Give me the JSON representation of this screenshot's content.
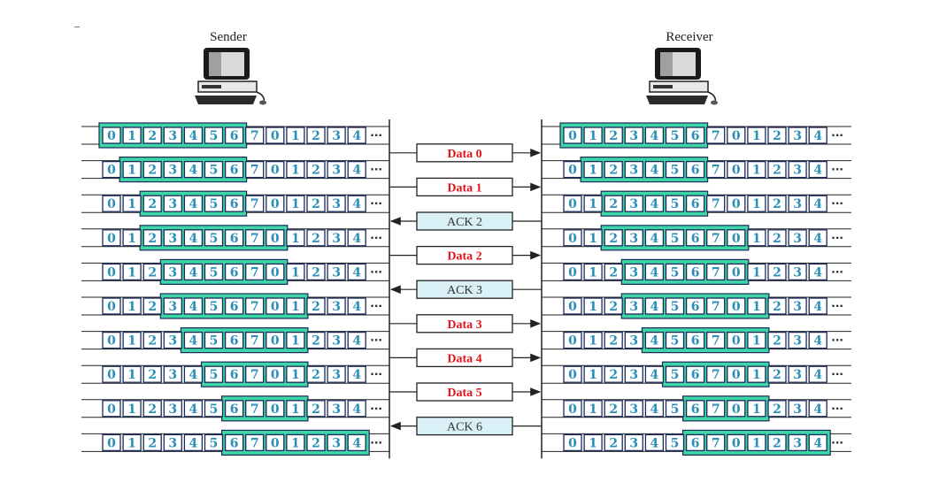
{
  "sender": {
    "label": "Sender"
  },
  "receiver": {
    "label": "Receiver"
  },
  "sequence": [
    "0",
    "1",
    "2",
    "3",
    "4",
    "5",
    "6",
    "7",
    "0",
    "1",
    "2",
    "3",
    "4"
  ],
  "ellipsis": "···",
  "colors": {
    "window_fill": "#3dd6a6",
    "cell_fill": "#ffffff",
    "cell_border": "#1b2a5a",
    "digit": "#2a8fb8",
    "data_text": "#e0141c",
    "ack_text": "#333333",
    "ack_fill": "#d8f0f6",
    "data_fill": "#ffffff",
    "line": "#222222"
  },
  "sender_windows": [
    {
      "start": 0,
      "end": 6
    },
    {
      "start": 1,
      "end": 6
    },
    {
      "start": 2,
      "end": 6
    },
    {
      "start": 2,
      "end": 8
    },
    {
      "start": 3,
      "end": 8
    },
    {
      "start": 3,
      "end": 9
    },
    {
      "start": 4,
      "end": 9
    },
    {
      "start": 5,
      "end": 9
    },
    {
      "start": 6,
      "end": 9
    },
    {
      "start": 6,
      "end": 12
    }
  ],
  "receiver_windows": [
    {
      "start": 0,
      "end": 6
    },
    {
      "start": 1,
      "end": 6
    },
    {
      "start": 2,
      "end": 6
    },
    {
      "start": 2,
      "end": 8
    },
    {
      "start": 3,
      "end": 8
    },
    {
      "start": 3,
      "end": 9
    },
    {
      "start": 4,
      "end": 9
    },
    {
      "start": 5,
      "end": 9
    },
    {
      "start": 6,
      "end": 9
    },
    {
      "start": 6,
      "end": 12
    }
  ],
  "messages": [
    {
      "label": "Data 0",
      "kind": "data",
      "dir": "right"
    },
    {
      "label": "Data 1",
      "kind": "data",
      "dir": "right"
    },
    {
      "label": "ACK 2",
      "kind": "ack",
      "dir": "left"
    },
    {
      "label": "Data 2",
      "kind": "data",
      "dir": "right"
    },
    {
      "label": "ACK 3",
      "kind": "ack",
      "dir": "left"
    },
    {
      "label": "Data 3",
      "kind": "data",
      "dir": "right"
    },
    {
      "label": "Data 4",
      "kind": "data",
      "dir": "right"
    },
    {
      "label": "Data 5",
      "kind": "data",
      "dir": "right"
    },
    {
      "label": "ACK 6",
      "kind": "ack",
      "dir": "left"
    }
  ]
}
